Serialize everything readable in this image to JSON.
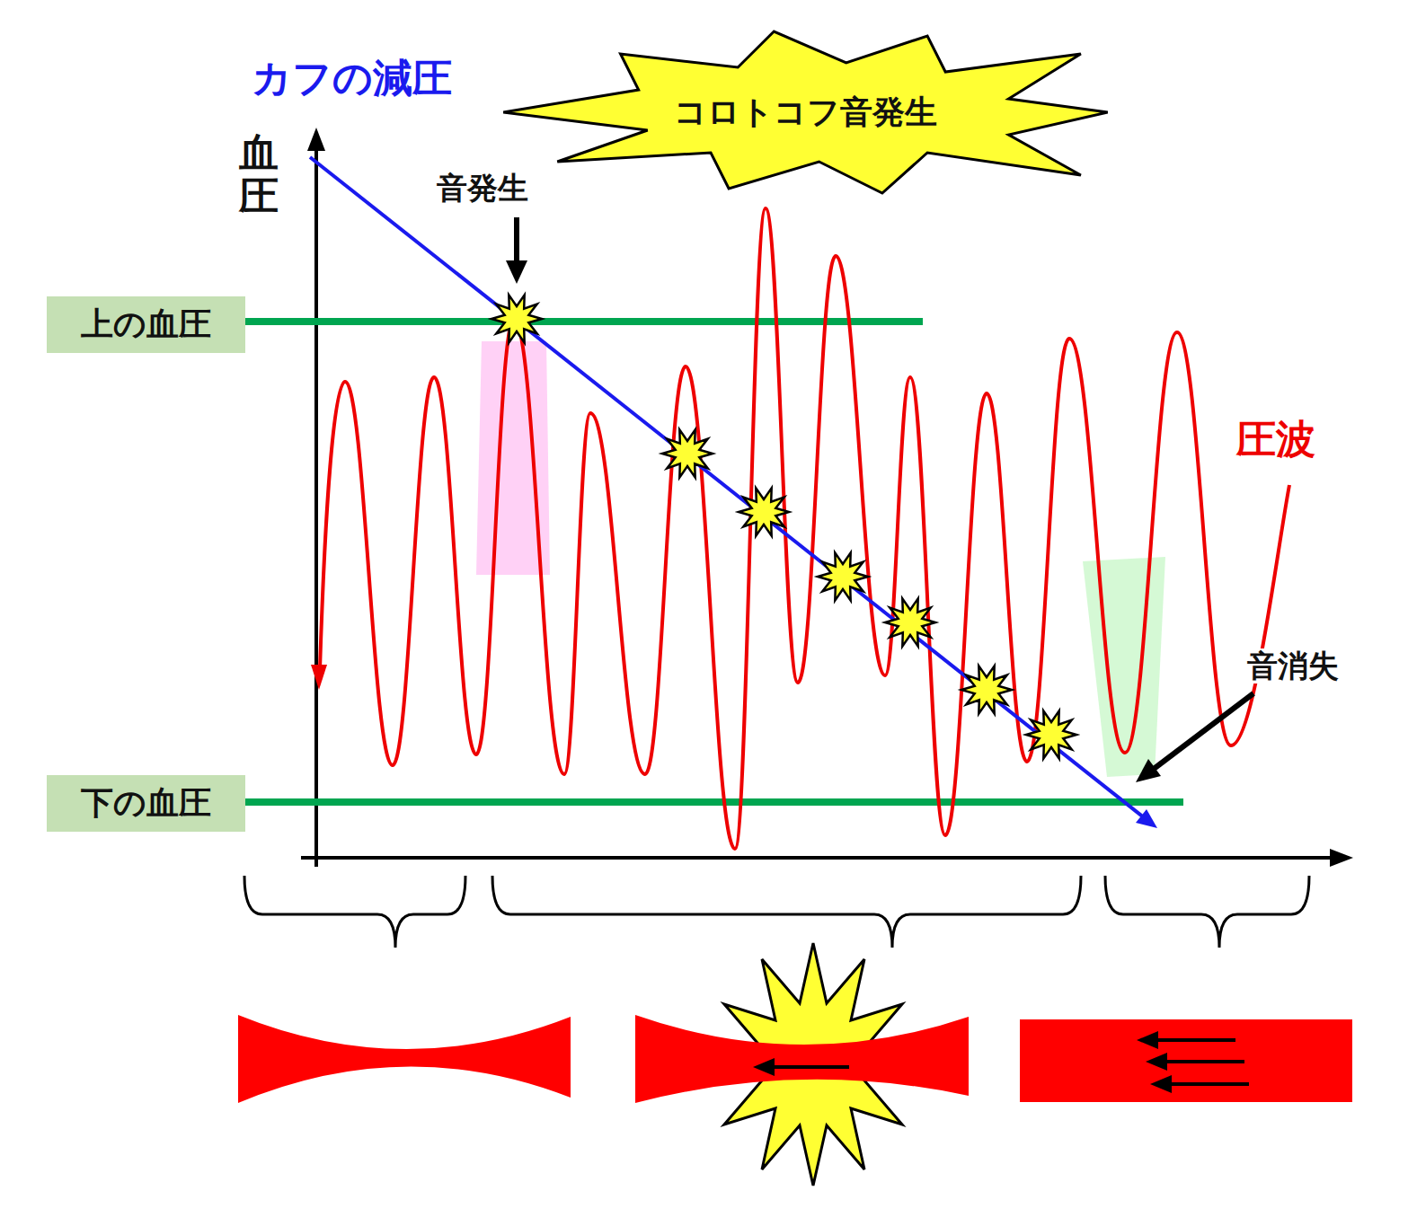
{
  "diagram": {
    "nodes": [
      {
        "text": [
          "コロトコフ音発生"
        ]
      },
      {
        "text": [
          "上の血圧"
        ]
      },
      {
        "text": [
          "下の血圧"
        ]
      }
    ],
    "labels": [
      "カフの減圧",
      "血圧",
      "音発生",
      "圧波",
      "音消失"
    ]
  }
}
